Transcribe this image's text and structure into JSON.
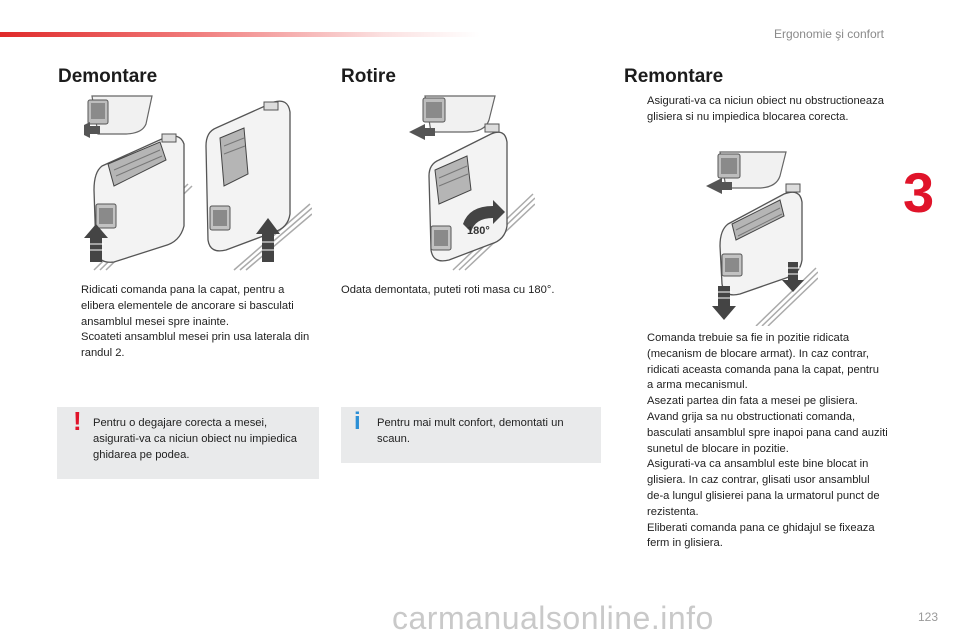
{
  "header": {
    "section": "Ergonomie şi confort",
    "chapter_number": "3"
  },
  "columns": [
    {
      "title": "Demontare",
      "bullets": [
        "Ridicati comanda pana la capat, pentru a elibera elementele de ancorare si basculati ansamblul mesei spre inainte.",
        "Scoateti ansamblul mesei prin usa laterala din randul 2."
      ],
      "note": {
        "icon": "warning-icon",
        "icon_glyph": "!",
        "icon_color": "#e0142a",
        "text": "Pentru o degajare corecta a mesei, asigurati-va ca niciun obiect nu impiedica ghidarea pe podea."
      }
    },
    {
      "title": "Rotire",
      "paragraph": "Odata demontata, puteti roti masa cu 180°.",
      "illustration_label": "180°",
      "note": {
        "icon": "info-icon",
        "icon_glyph": "i",
        "icon_color": "#2b8fd6",
        "text": "Pentru mai mult confort, demontati un scaun."
      }
    },
    {
      "title": "Remontare",
      "bullets_top": [
        "Asigurati-va ca niciun obiect nu obstructioneaza glisiera si nu impiedica blocarea corecta."
      ],
      "bullets_bottom": [
        "Comanda trebuie sa fie in pozitie ridicata (mecanism de blocare armat). In caz contrar, ridicati aceasta comanda pana la capat, pentru a arma mecanismul.",
        "Asezati partea din fata a mesei pe glisiera.",
        "Avand grija sa nu obstructionati comanda, basculati ansamblul spre inapoi pana cand auziti sunetul de blocare in pozitie.",
        "Asigurati-va ca ansamblul este bine blocat in glisiera. In caz contrar, glisati usor ansamblul de-a lungul glisierei pana la urmatorul punct de rezistenta.",
        "Eliberati comanda pana ce ghidajul se fixeaza ferm in glisiera."
      ]
    }
  ],
  "bullet_marker": "",
  "footer": {
    "page_number": "123",
    "watermark": "carmanualsonline.info"
  },
  "colors": {
    "accent": "#e0142a",
    "info": "#2b8fd6",
    "note_bg": "#e9eaeb"
  }
}
